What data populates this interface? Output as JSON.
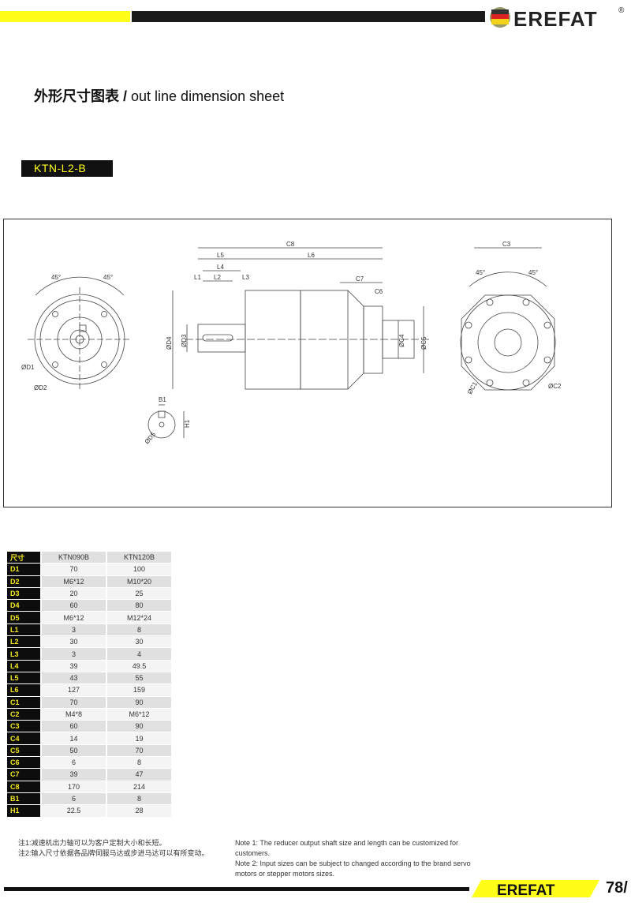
{
  "header": {
    "brand": "EREFAT",
    "registered": "®"
  },
  "title": {
    "cn": "外形尺寸图表",
    "sep": " / ",
    "en": "out line dimension sheet"
  },
  "model": "KTN-L2-B",
  "drawing": {
    "labels": {
      "d1": "ØD1",
      "d2": "ØD2",
      "d3": "ØD3",
      "d4": "ØD4",
      "d5": "ØD5",
      "angle": "45°",
      "c8": "C8",
      "l5": "L5",
      "l6": "L6",
      "l4": "L4",
      "l2": "L2",
      "l1": "L1",
      "l3": "L3",
      "c7": "C7",
      "c6": "C6",
      "c4": "ØC4",
      "c5": "ØC5",
      "c3": "C3",
      "c1": "ØC1",
      "c2": "ØC2",
      "b1": "B1",
      "h1": "H1"
    }
  },
  "table": {
    "header": [
      "尺寸",
      "KTN090B",
      "KTN120B"
    ],
    "rows": [
      [
        "D1",
        "70",
        "100"
      ],
      [
        "D2",
        "M6*12",
        "M10*20"
      ],
      [
        "D3",
        "20",
        "25"
      ],
      [
        "D4",
        "60",
        "80"
      ],
      [
        "D5",
        "M6*12",
        "M12*24"
      ],
      [
        "L1",
        "3",
        "8"
      ],
      [
        "L2",
        "30",
        "30"
      ],
      [
        "L3",
        "3",
        "4"
      ],
      [
        "L4",
        "39",
        "49.5"
      ],
      [
        "L5",
        "43",
        "55"
      ],
      [
        "L6",
        "127",
        "159"
      ],
      [
        "C1",
        "70",
        "90"
      ],
      [
        "C2",
        "M4*8",
        "M6*12"
      ],
      [
        "C3",
        "60",
        "90"
      ],
      [
        "C4",
        "14",
        "19"
      ],
      [
        "C5",
        "50",
        "70"
      ],
      [
        "C6",
        "6",
        "8"
      ],
      [
        "C7",
        "39",
        "47"
      ],
      [
        "C8",
        "170",
        "214"
      ],
      [
        "B1",
        "6",
        "8"
      ],
      [
        "H1",
        "22.5",
        "28"
      ]
    ]
  },
  "notes": {
    "cn": [
      "注1:减速机出力轴可以为客户定制大小和长短。",
      "注2:输入尺寸依据各品牌伺服马达或步进马达可以有所变动。"
    ],
    "en": [
      "Note 1: The reducer output shaft size and length can be customized for customers.",
      "Note 2: Input sizes can be subject to changed according to the brand servo motors or stepper motors sizes."
    ]
  },
  "footer": {
    "brand": "EREFAT",
    "page": "78/"
  },
  "colors": {
    "yellow": "#ffff1a",
    "black": "#111111"
  }
}
